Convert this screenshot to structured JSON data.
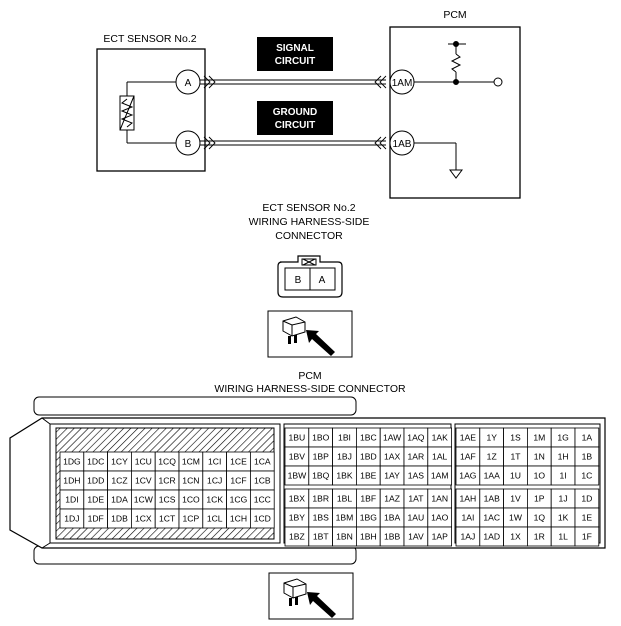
{
  "schematic": {
    "sensor_title": "ECT SENSOR No.2",
    "pcm_title": "PCM",
    "signal_label": [
      "SIGNAL",
      "CIRCUIT"
    ],
    "ground_label": [
      "GROUND",
      "CIRCUIT"
    ],
    "sensor_pin_a": "A",
    "sensor_pin_b": "B",
    "pcm_pin_signal": "1AM",
    "pcm_pin_ground": "1AB"
  },
  "sensor_connector": {
    "caption": [
      "ECT SENSOR No.2",
      "WIRING HARNESS-SIDE",
      "CONNECTOR"
    ],
    "pins": [
      "B",
      "A"
    ]
  },
  "pcm_connector": {
    "caption": [
      "PCM",
      "WIRING HARNESS-SIDE CONNECTOR"
    ],
    "block1": [
      [
        "1DG",
        "1DC",
        "1CY",
        "1CU",
        "1CQ",
        "1CM",
        "1CI",
        "1CE",
        "1CA"
      ],
      [
        "1DH",
        "1DD",
        "1CZ",
        "1CV",
        "1CR",
        "1CN",
        "1CJ",
        "1CF",
        "1CB"
      ],
      [
        "1DI",
        "1DE",
        "1DA",
        "1CW",
        "1CS",
        "1CO",
        "1CK",
        "1CG",
        "1CC"
      ],
      [
        "1DJ",
        "1DF",
        "1DB",
        "1CX",
        "1CT",
        "1CP",
        "1CL",
        "1CH",
        "1CD"
      ]
    ],
    "block2": [
      [
        "1BU",
        "1BO",
        "1BI",
        "1BC",
        "1AW",
        "1AQ",
        "1AK"
      ],
      [
        "1BV",
        "1BP",
        "1BJ",
        "1BD",
        "1AX",
        "1AR",
        "1AL"
      ],
      [
        "1BW",
        "1BQ",
        "1BK",
        "1BE",
        "1AY",
        "1AS",
        "1AM"
      ],
      [
        "1BX",
        "1BR",
        "1BL",
        "1BF",
        "1AZ",
        "1AT",
        "1AN"
      ],
      [
        "1BY",
        "1BS",
        "1BM",
        "1BG",
        "1BA",
        "1AU",
        "1AO"
      ],
      [
        "1BZ",
        "1BT",
        "1BN",
        "1BH",
        "1BB",
        "1AV",
        "1AP"
      ]
    ],
    "block3": [
      [
        "1AE",
        "1Y",
        "1S",
        "1M",
        "1G",
        "1A"
      ],
      [
        "1AF",
        "1Z",
        "1T",
        "1N",
        "1H",
        "1B"
      ],
      [
        "1AG",
        "1AA",
        "1U",
        "1O",
        "1I",
        "1C"
      ],
      [
        "1AH",
        "1AB",
        "1V",
        "1P",
        "1J",
        "1D"
      ],
      [
        "1AI",
        "1AC",
        "1W",
        "1Q",
        "1K",
        "1E"
      ],
      [
        "1AJ",
        "1AD",
        "1X",
        "1R",
        "1L",
        "1F"
      ]
    ]
  }
}
